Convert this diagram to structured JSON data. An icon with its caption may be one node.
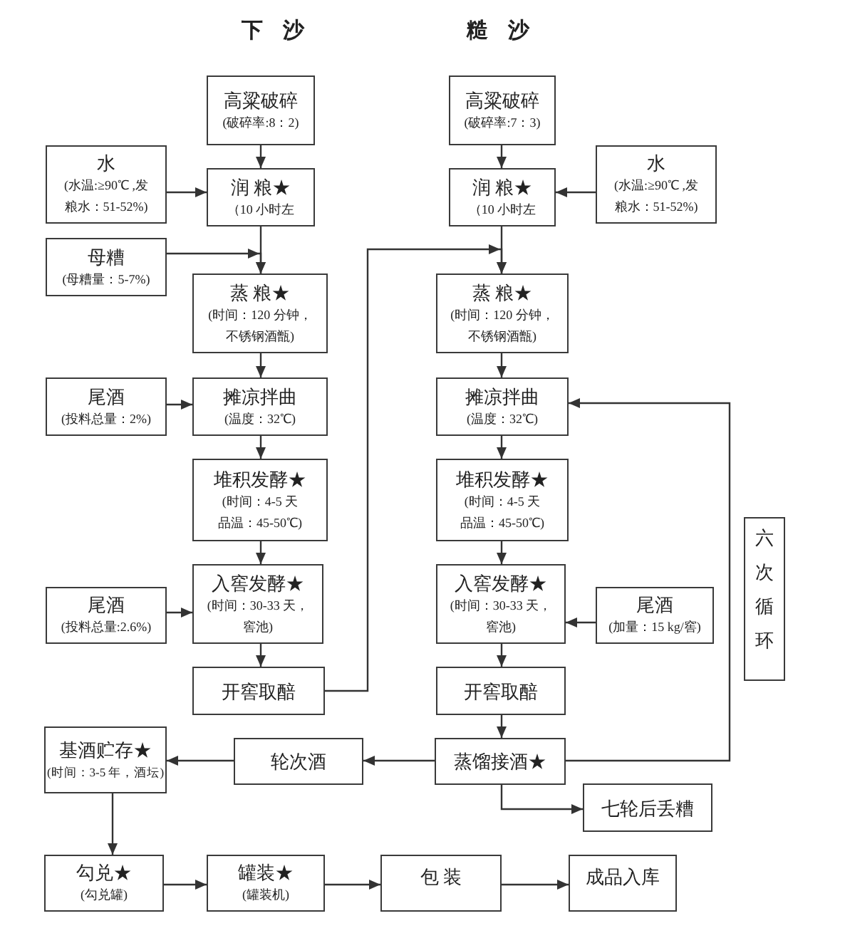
{
  "diagram": {
    "nodes": [
      {
        "text": [
          "高粱破碎",
          "(破碎率:8：2)"
        ]
      },
      {
        "text": [
          "高粱破碎",
          "(破碎率:7：3)"
        ]
      },
      {
        "text": [
          "水",
          "(水温:≥90℃ ,发粮水：51-52%)"
        ]
      },
      {
        "text": [
          "润 粮★",
          "（10 小时左"
        ]
      },
      {
        "text": [
          "润 粮★",
          "（10 小时左"
        ]
      },
      {
        "text": [
          "水",
          "(水温:≥90℃ ,发粮水：51-52%)"
        ]
      },
      {
        "text": [
          "母糟",
          "(母糟量：5-7%)"
        ]
      },
      {
        "text": [
          "蒸 粮★",
          "(时间：120 分钟，不锈钢酒甑)"
        ]
      },
      {
        "text": [
          "蒸 粮★",
          "(时间：120 分钟，不锈钢酒甑)"
        ]
      },
      {
        "text": [
          "尾酒",
          "(投料总量：2%)"
        ]
      },
      {
        "text": [
          "摊凉拌曲",
          "(温度：32℃)"
        ]
      },
      {
        "text": [
          "摊凉拌曲",
          "(温度：32℃)"
        ]
      },
      {
        "text": [
          "堆积发酵★",
          "(时间：4-5 天品温：45-50℃)"
        ]
      },
      {
        "text": [
          "堆积发酵★",
          "(时间：4-5 天品温：45-50℃)"
        ]
      },
      {
        "text": [
          "六次循环"
        ]
      },
      {
        "text": [
          "尾酒",
          "(投料总量:2.6%)"
        ]
      },
      {
        "text": [
          "入窖发酵★",
          "(时间：30-33 天，窖池)"
        ]
      },
      {
        "text": [
          "入窖发酵★",
          "(时间：30-33 天，窖池)"
        ]
      },
      {
        "text": [
          "尾酒",
          "(加量：15 kg/窖)"
        ]
      },
      {
        "text": [
          "开窖取醅"
        ]
      },
      {
        "text": [
          "开窖取醅"
        ]
      },
      {
        "text": [
          "基酒贮存★",
          "(时间：3-5 年，酒坛)"
        ]
      },
      {
        "text": [
          "轮次酒"
        ]
      },
      {
        "text": [
          "蒸馏接酒★"
        ]
      },
      {
        "text": [
          "七轮后丢糟"
        ]
      },
      {
        "text": [
          "勾兑★",
          "(勾兑罐)"
        ]
      },
      {
        "text": [
          "罐装★",
          "(罐装机)"
        ]
      },
      {
        "text": [
          "包 装"
        ]
      },
      {
        "text": [
          "成品入库"
        ]
      }
    ],
    "edges": [
      {
        "from": 0,
        "to": 3,
        "arrow": "to"
      },
      {
        "from": 2,
        "to": 3,
        "arrow": "to"
      },
      {
        "from": 3,
        "to": 7,
        "arrow": "to"
      },
      {
        "from": 6,
        "to": 7,
        "arrow": "to"
      },
      {
        "from": 7,
        "to": 10,
        "arrow": "to"
      },
      {
        "from": 9,
        "to": 10,
        "arrow": "to"
      },
      {
        "from": 10,
        "to": 12,
        "arrow": "to"
      },
      {
        "from": 12,
        "to": 16,
        "arrow": "to"
      },
      {
        "from": 15,
        "to": 16,
        "arrow": "to"
      },
      {
        "from": 16,
        "to": 19,
        "arrow": "to"
      },
      {
        "from": 19,
        "to": 8,
        "arrow": "to"
      },
      {
        "from": 1,
        "to": 4,
        "arrow": "to"
      },
      {
        "from": 5,
        "to": 4,
        "arrow": "to"
      },
      {
        "from": 4,
        "to": 8,
        "arrow": "to"
      },
      {
        "from": 8,
        "to": 11,
        "arrow": "to"
      },
      {
        "from": 11,
        "to": 13,
        "arrow": "to"
      },
      {
        "from": 13,
        "to": 17,
        "arrow": "to"
      },
      {
        "from": 18,
        "to": 17,
        "arrow": "to"
      },
      {
        "from": 17,
        "to": 20,
        "arrow": "to"
      },
      {
        "from": 20,
        "to": 23,
        "arrow": "to"
      },
      {
        "from": 23,
        "to": 11,
        "arrow": "to"
      },
      {
        "from": 23,
        "to": 22,
        "arrow": "to"
      },
      {
        "from": 23,
        "to": 24,
        "arrow": "to"
      },
      {
        "from": 22,
        "to": 21,
        "arrow": "to"
      },
      {
        "from": 21,
        "to": 25,
        "arrow": "to"
      },
      {
        "from": 25,
        "to": 26,
        "arrow": "to"
      },
      {
        "from": 26,
        "to": 27,
        "arrow": "to"
      },
      {
        "from": 27,
        "to": 28,
        "arrow": "to"
      }
    ],
    "labels": [
      "下 沙",
      "糙 沙"
    ]
  }
}
